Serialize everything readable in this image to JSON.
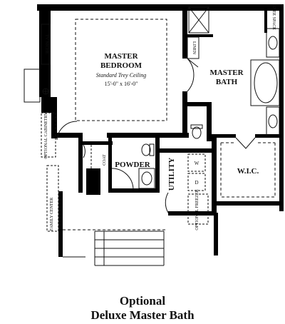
{
  "rooms": {
    "master_bedroom": {
      "name_line1": "MASTER",
      "name_line2": "BEDROOM",
      "ceiling": "Standard Trey Ceiling",
      "size": "15'-0\" x 16'-0\""
    },
    "master_bath": {
      "name_line1": "MASTER",
      "name_line2": "BATH"
    },
    "powder": "POWDER",
    "utility": "UTILITY",
    "wic": "W.I.C."
  },
  "labels": {
    "tv_niche": "TV NICHE",
    "optional_cabinetry": "OPTIONAL CABINETRY",
    "coat": "COAT",
    "linen": "LINEN",
    "knee_space": "KNEE SPACE",
    "washer": "W",
    "dryer": "D",
    "optional_freezer": "OPTIONAL FREEZER",
    "family_center": "FAMILY CENTER"
  },
  "caption": {
    "line1": "Optional",
    "line2": "Deluxe Master Bath"
  }
}
